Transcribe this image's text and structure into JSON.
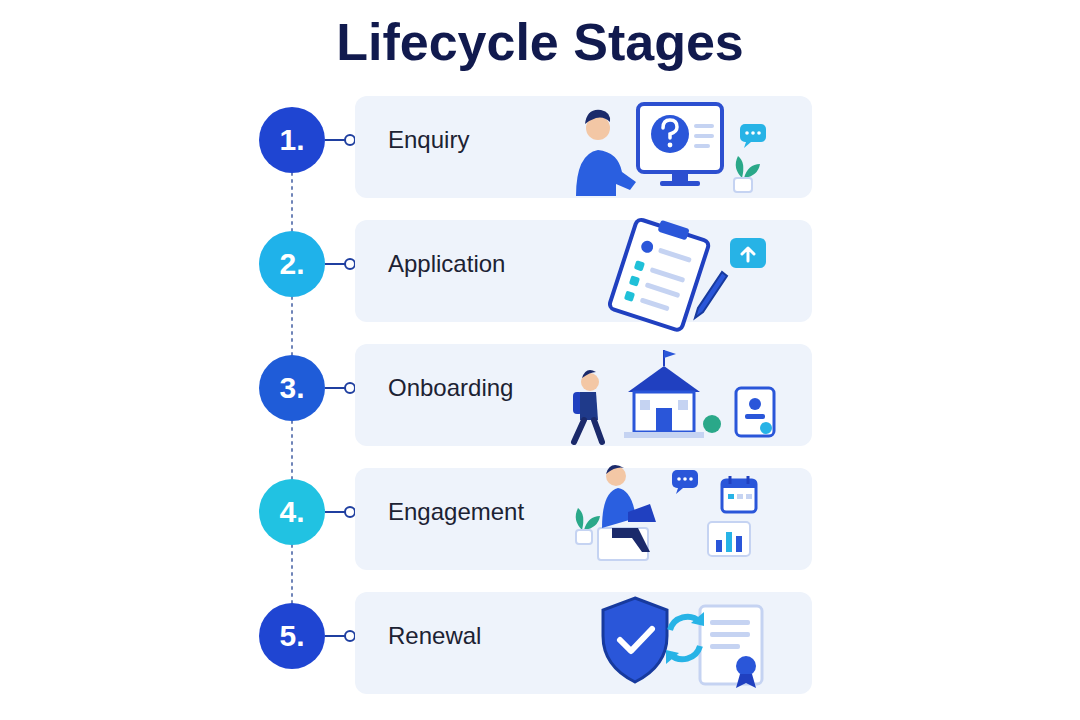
{
  "diagram": {
    "title": "Lifecycle Stages",
    "nodes": [
      {
        "text": [
          "1."
        ]
      },
      {
        "text": [
          "Enquiry"
        ]
      },
      {
        "text": [
          "2."
        ]
      },
      {
        "text": [
          "Application"
        ]
      },
      {
        "text": [
          "3."
        ]
      },
      {
        "text": [
          "Onboarding"
        ]
      },
      {
        "text": [
          "4."
        ]
      },
      {
        "text": [
          "Engagement"
        ]
      },
      {
        "text": [
          "5."
        ]
      },
      {
        "text": [
          "Renewal"
        ]
      }
    ],
    "edges": [
      {
        "from": 0,
        "to": 1,
        "arrow": "none"
      },
      {
        "from": 2,
        "to": 3,
        "arrow": "none"
      },
      {
        "from": 4,
        "to": 5,
        "arrow": "none"
      },
      {
        "from": 6,
        "to": 7,
        "arrow": "none"
      },
      {
        "from": 8,
        "to": 9,
        "arrow": "none"
      },
      {
        "from": 0,
        "to": 2,
        "arrow": "none"
      },
      {
        "from": 2,
        "to": 4,
        "arrow": "none"
      },
      {
        "from": 4,
        "to": 6,
        "arrow": "none"
      },
      {
        "from": 6,
        "to": 8,
        "arrow": "none"
      }
    ]
  }
}
